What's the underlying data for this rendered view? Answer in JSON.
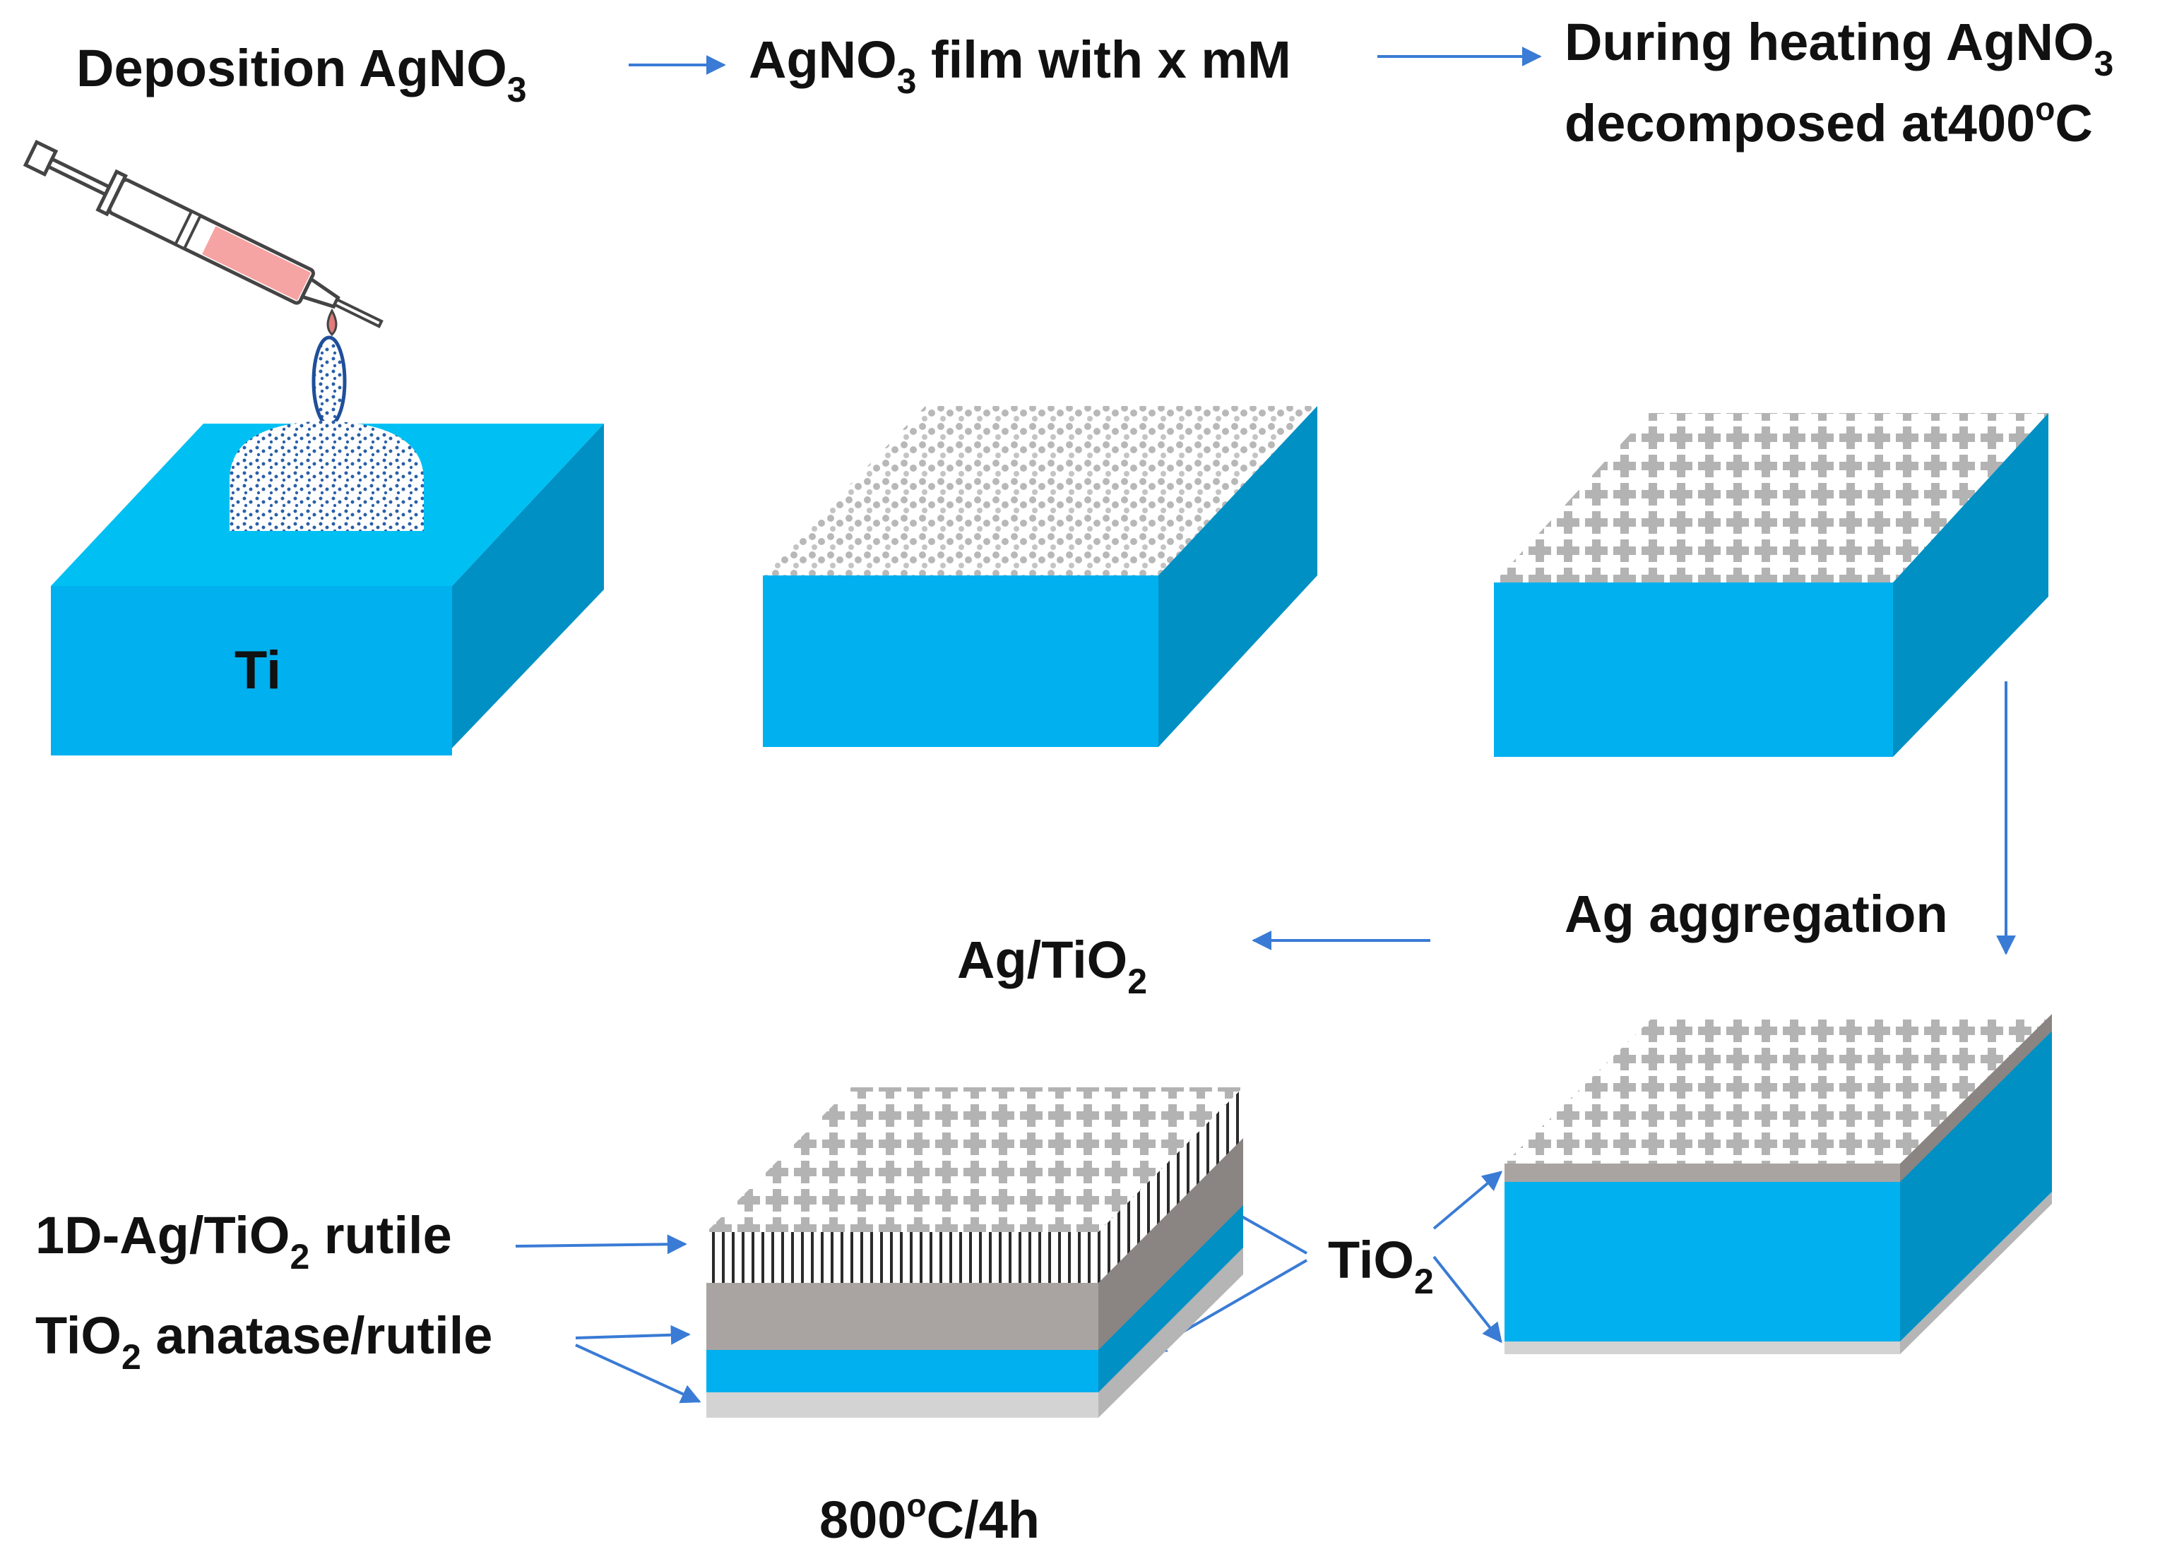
{
  "colors": {
    "ti_front": "#00b0ef",
    "ti_top": "#00c0f3",
    "ti_side": "#0090c4",
    "oxide_front": "#a9a4a1",
    "oxide_side": "#8a8583",
    "base_front": "#d3d3d3",
    "base_side": "#b5b5b5",
    "particle": "#b8b8b8",
    "arrow": "#3a7bd5",
    "text": "#111111"
  },
  "labels": {
    "step1": {
      "main": "Deposition AgNO",
      "sub": "3"
    },
    "step2": {
      "pre": "AgNO",
      "sub": "3",
      "post": " film with x mM"
    },
    "step3_line1": {
      "main": "During heating AgNO",
      "sub": "3"
    },
    "step3_line2": {
      "main": "decomposed at400",
      "sup": "o",
      "post": "C"
    },
    "ti": "Ti",
    "ag_aggregation": "Ag aggregation",
    "ag_tio2": {
      "main": "Ag/TiO",
      "sub": "2"
    },
    "rutile_1d": {
      "pre": "1D-Ag/TiO",
      "sub": "2",
      "post": " rutile"
    },
    "tio2_phase": {
      "pre": "TiO",
      "sub": "2",
      "post": " anatase/rutile"
    },
    "tio2": {
      "main": "TiO",
      "sub": "2"
    },
    "temp": {
      "main": "800",
      "sup": "o",
      "post": "C/4h"
    }
  },
  "icons": [
    "syringe-icon",
    "droplet-icon"
  ]
}
